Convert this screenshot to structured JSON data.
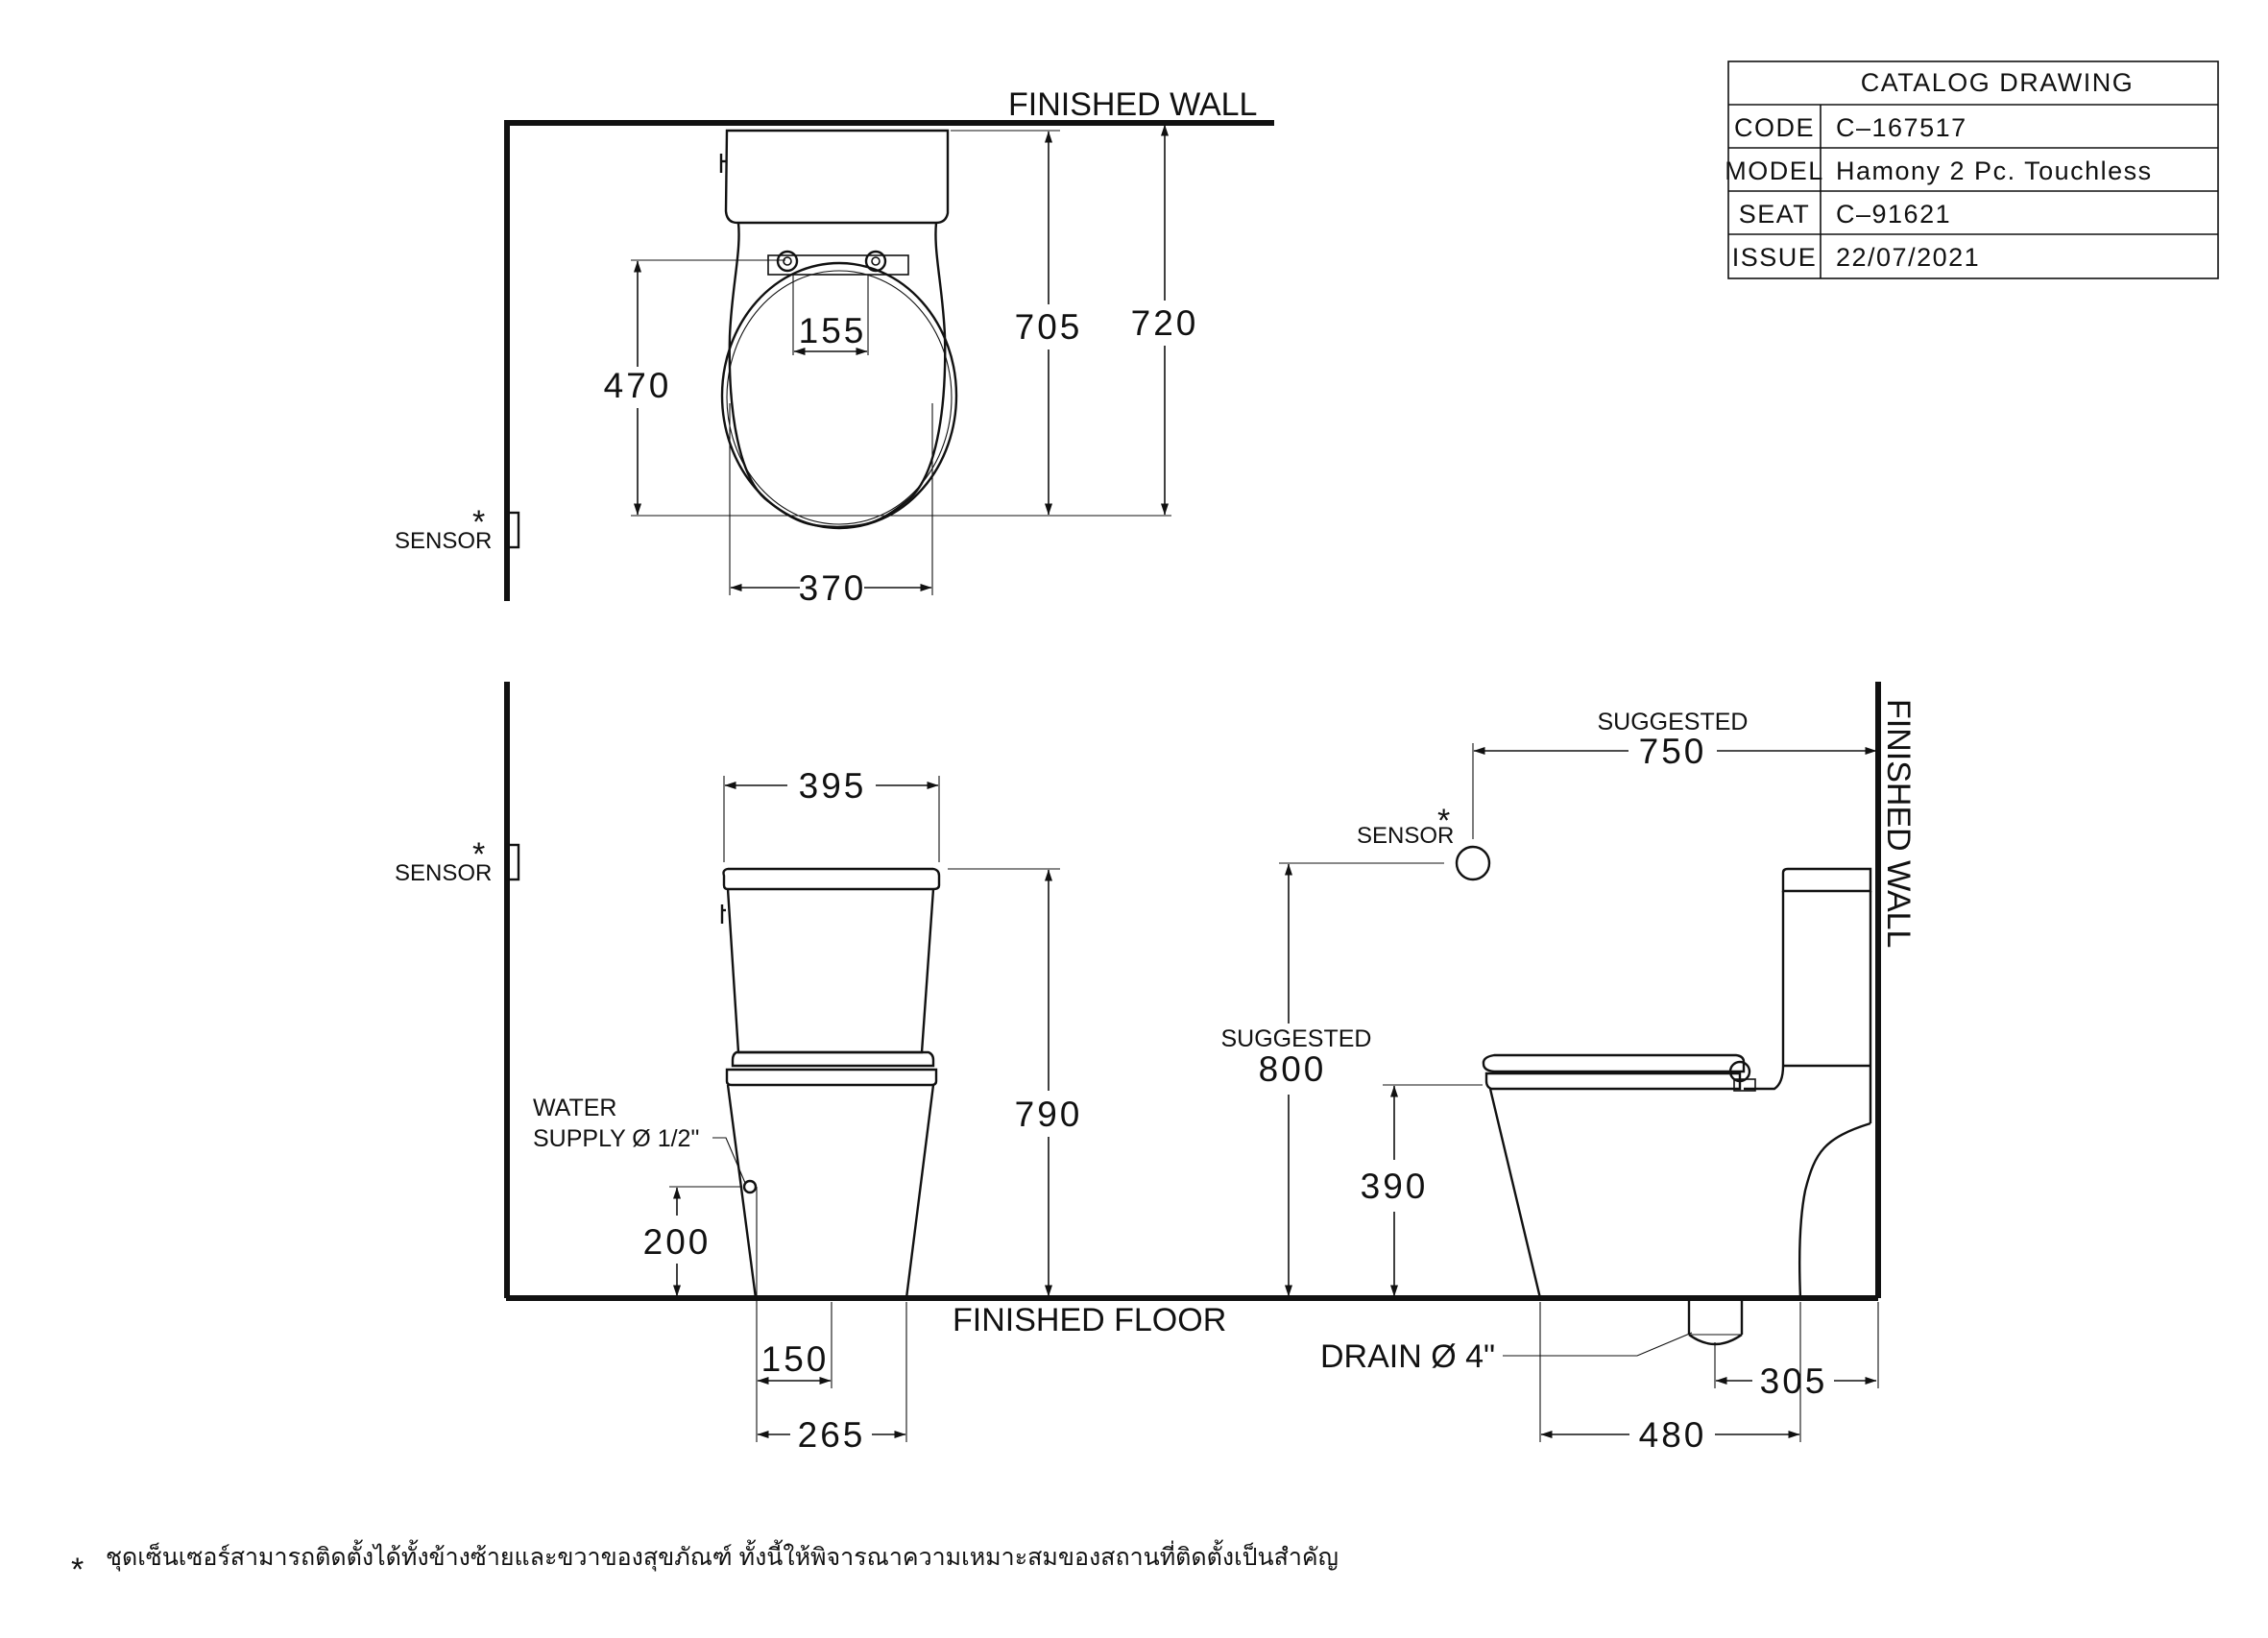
{
  "title_block": {
    "header": "CATALOG  DRAWING",
    "rows": [
      {
        "label": "CODE",
        "value": "C–167517"
      },
      {
        "label": "MODEL",
        "value": "Hamony  2  Pc.  Touchless"
      },
      {
        "label": "SEAT",
        "value": "C–91621"
      },
      {
        "label": "ISSUE",
        "value": " 22/07/2021"
      }
    ]
  },
  "top_view": {
    "wall_label": "FINISHED WALL",
    "sensor_label": "SENSOR",
    "dims": {
      "hinge_spacing": "155",
      "seat_depth": "470",
      "bowl_depth": "705",
      "overall_depth": "720",
      "width": "370"
    }
  },
  "front_view": {
    "sensor_label": "SENSOR",
    "water_supply_line1": "WATER",
    "water_supply_line2": "SUPPLY Ø 1/2\"",
    "dims": {
      "tank_width": "395",
      "height": "790",
      "supply_height": "200",
      "supply_offset": "150",
      "base_width": "265"
    }
  },
  "floor_label": "FINISHED FLOOR",
  "side_view": {
    "wall_label": "FINISHED WALL",
    "sensor_label": "SENSOR",
    "suggested_label": "SUGGESTED",
    "dims": {
      "sensor_distance": "750",
      "sensor_height": "800",
      "seat_height": "390",
      "rough_in": "305",
      "base_depth": "480"
    },
    "drain_label": "DRAIN Ø 4\""
  },
  "asterisk": "*",
  "footnote": "ชุดเซ็นเซอร์สามารถติดตั้งได้ทั้งข้างซ้ายและขวาของสุขภัณฑ์ ทั้งนี้ให้พิจารณาความเหมาะสมของสถานที่ติดตั้งเป็นสำคัญ"
}
